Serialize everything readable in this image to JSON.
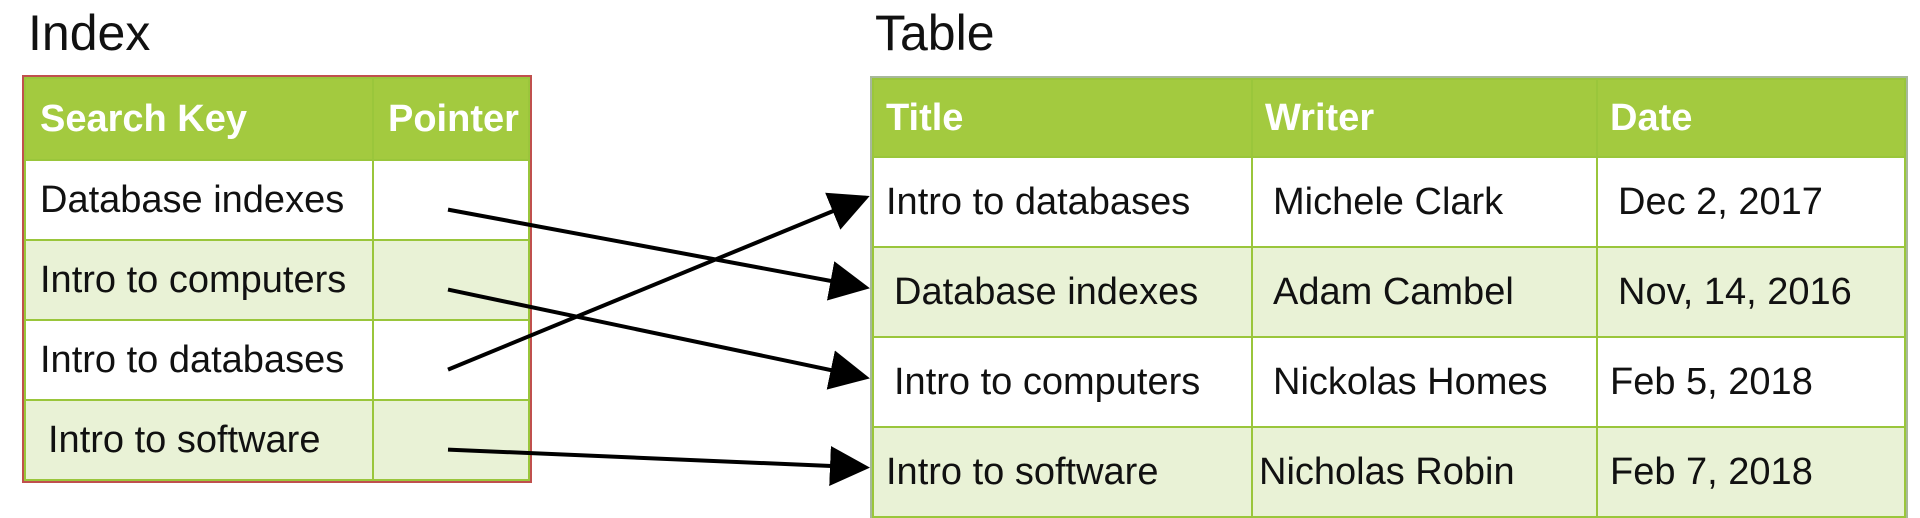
{
  "index": {
    "heading": "Index",
    "columns": [
      "Search Key",
      "Pointer"
    ],
    "rows": [
      {
        "search_key": "Database indexes",
        "points_to_row": 2
      },
      {
        "search_key": "Intro to computers",
        "points_to_row": 3
      },
      {
        "search_key": "Intro to databases",
        "points_to_row": 1
      },
      {
        "search_key": "Intro to software",
        "points_to_row": 4
      }
    ]
  },
  "table": {
    "heading": "Table",
    "columns": [
      "Title",
      "Writer",
      "Date"
    ],
    "rows": [
      {
        "title": "Intro to databases",
        "writer": "Michele Clark",
        "date": "Dec 2, 2017"
      },
      {
        "title": "Database indexes",
        "writer": "Adam Cambel",
        "date": "Nov, 14, 2016"
      },
      {
        "title": "Intro to computers",
        "writer": "Nickolas Homes",
        "date": "Feb 5, 2018"
      },
      {
        "title": "Intro to software",
        "writer": "Nicholas Robin",
        "date": "Feb 7, 2018"
      }
    ]
  },
  "colors": {
    "header_green": "#a3ca3f",
    "row_alt_green": "#e9f2d6",
    "grid_line": "#9ac63b",
    "index_border": "#c0504d",
    "arrow": "#000000"
  }
}
